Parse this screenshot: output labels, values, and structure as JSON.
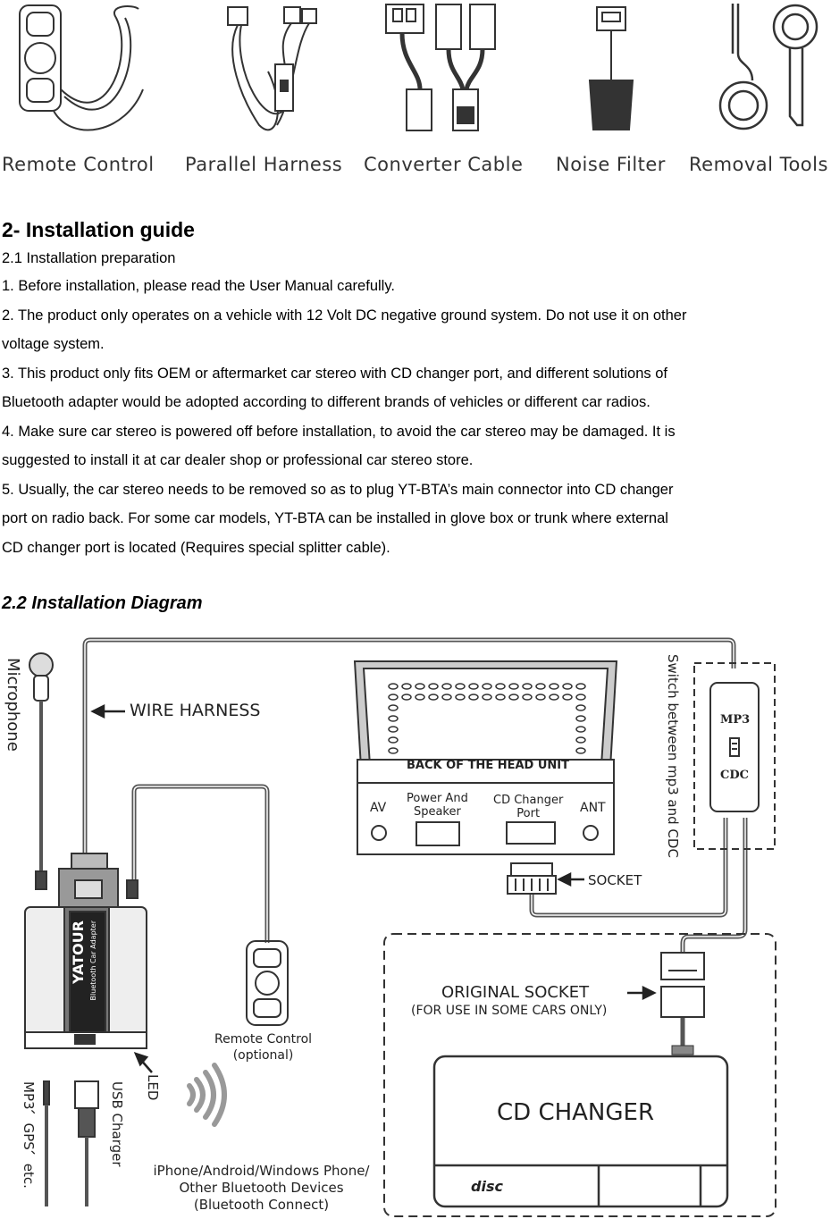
{
  "accessories": [
    {
      "label": "Remote Control",
      "icon": "remote-control-icon"
    },
    {
      "label": "Parallel Harness",
      "icon": "parallel-harness-icon"
    },
    {
      "label": "Converter Cable",
      "icon": "converter-cable-icon"
    },
    {
      "label": "Noise Filter",
      "icon": "noise-filter-icon"
    },
    {
      "label": "Removal Tools",
      "icon": "removal-tools-icon"
    }
  ],
  "guide": {
    "title": "2- Installation guide",
    "subtitle": "2.1 Installation preparation",
    "lines": [
      "1. Before installation, please read the User Manual carefully.",
      "2. The product only operates on a vehicle with 12 Volt DC negative ground system. Do not use it on other",
      "voltage system.",
      "3. This product only fits OEM or aftermarket car stereo with CD changer port, and different solutions of",
      "Bluetooth adapter would be adopted according to different brands of vehicles or different car radios.",
      "4. Make sure car stereo is powered off before installation, to avoid the car stereo may be damaged. It is",
      "suggested to install it at car dealer shop or professional car stereo store.",
      "5. Usually, the car stereo needs to be removed so as to plug YT-BTA’s main connector into CD changer",
      "port on radio back. For some car models, YT-BTA can be installed in glove box or trunk where external",
      "CD changer port is located (Requires special splitter cable)."
    ],
    "diagram_title": "2.2 Installation Diagram"
  },
  "diagram": {
    "microphone": "Microphone",
    "wire_harness": "WIRE HARNESS",
    "head_unit": "BACK OF THE HEAD UNIT",
    "av": "AV",
    "power_speaker_1": "Power And",
    "power_speaker_2": "Speaker",
    "cd_port_1": "CD Changer",
    "cd_port_2": "Port",
    "ant": "ANT",
    "switch": "Switch between mp3 and CDC",
    "mp3": "MP3",
    "cdc": "CDC",
    "socket": "SOCKET",
    "original_socket": "ORIGINAL SOCKET",
    "original_note": "(FOR USE IN SOME CARS ONLY)",
    "cd_changer": "CD CHANGER",
    "disc_logo": "disc",
    "brand": "YATOUR",
    "brand_sub": "Bluetooth Car Adapter",
    "remote_1": "Remote Control",
    "remote_2": "(optional)",
    "led": "LED",
    "usb_charger": "USB Charger",
    "mp3_gps": "MP3、GPS、etc.",
    "phones_1": "iPhone/Android/Windows Phone/",
    "phones_2": "Other Bluetooth Devices",
    "phones_3": "(Bluetooth Connect)"
  }
}
